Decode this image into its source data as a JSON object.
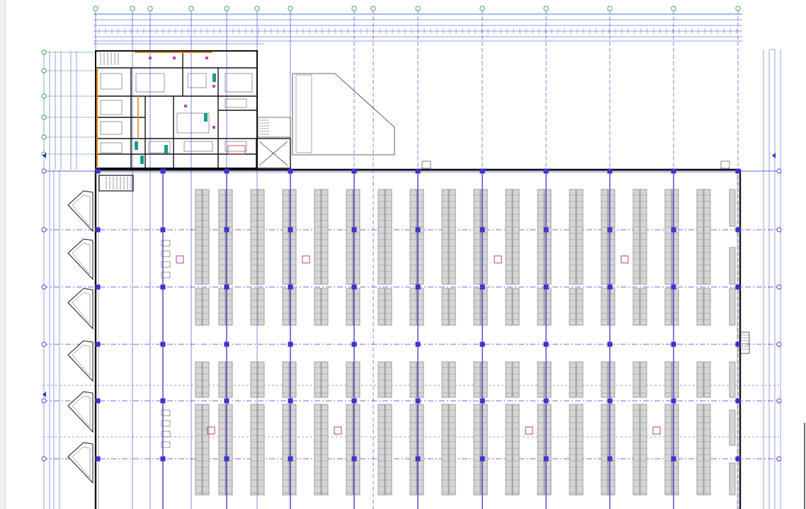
{
  "image": {
    "description_visible_text": "none legible"
  },
  "colors": {
    "background": "#ffffff",
    "grid_blue": "#2140c4",
    "grid_purple": "#6a28c8",
    "grid_magenta": "#b0248f",
    "wall_black": "#111111",
    "rack_gray": "#8a8a8a",
    "rack_fill": "#d6d6d6",
    "column_fill": "#3b30c8",
    "office_orange": "#e08a1e",
    "teal_marker": "#1a9a8a",
    "green_marker": "#2d9c46",
    "pink_marker": "#c040c0"
  },
  "grid": {
    "vertical_axes_count": 15,
    "horizontal_axes_count": 6
  },
  "racks": {
    "columns_per_bay": 2,
    "bays_count": 17,
    "rows_blocks": 4
  },
  "docks": {
    "count": 6
  }
}
